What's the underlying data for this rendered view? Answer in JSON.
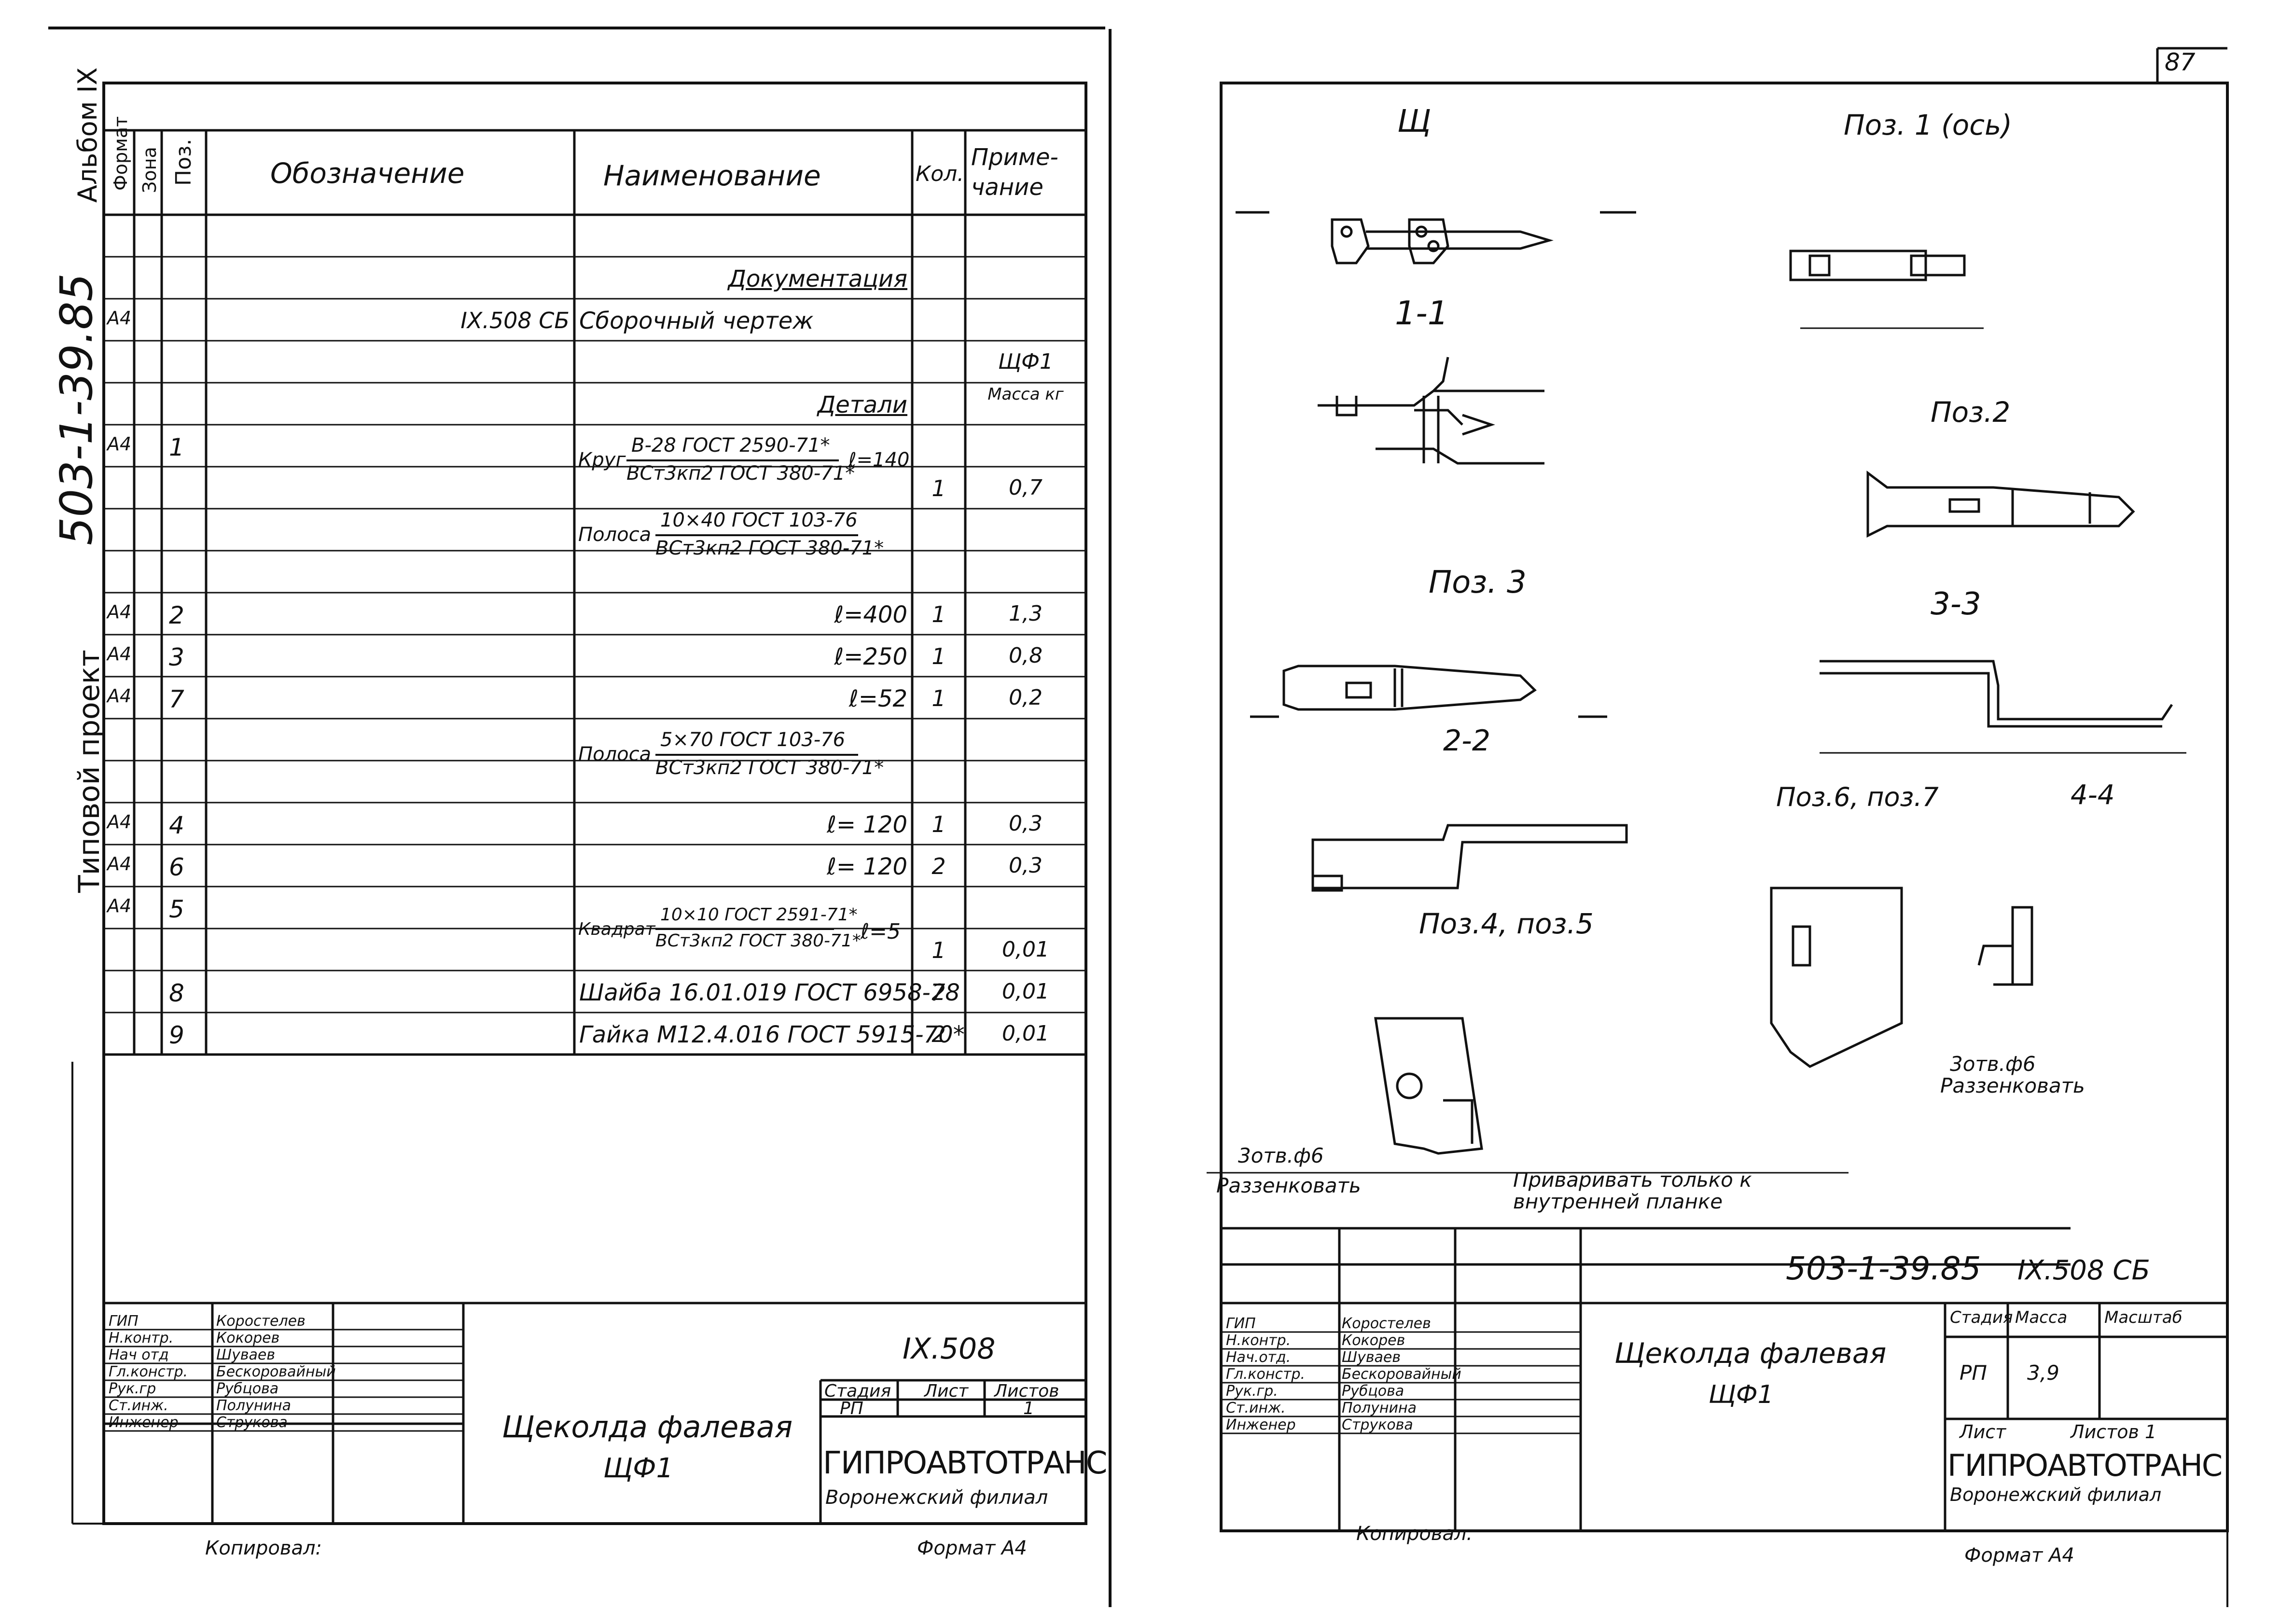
{
  "page_number": "87",
  "left_sheet": {
    "side_labels": {
      "album": "Альбом IX",
      "series": "503-1-39.85",
      "project": "Типовой проект"
    },
    "header": {
      "format": "Формат",
      "zone": "Зона",
      "pos": "Поз.",
      "designation": "Обозначение",
      "name": "Наименование",
      "qty": "Кол.",
      "note": "Приме-чание"
    },
    "rows": [
      {
        "format": "",
        "pos": "",
        "designation": "",
        "name": "",
        "qty": "",
        "note": ""
      },
      {
        "format": "",
        "pos": "",
        "designation": "",
        "name": "Документация",
        "qty": "",
        "note": ""
      },
      {
        "format": "А4",
        "pos": "",
        "designation": "IX.508 СБ",
        "name": "Сборочный чертеж",
        "qty": "",
        "note": ""
      },
      {
        "format": "",
        "pos": "",
        "designation": "",
        "name": "",
        "qty": "",
        "note": "ЩФ1"
      },
      {
        "format": "",
        "pos": "",
        "designation": "",
        "name": "Детали",
        "qty": "",
        "note": "Масса кг"
      },
      {
        "format": "А4",
        "pos": "1",
        "designation": "",
        "name": "",
        "qty": "",
        "note": ""
      },
      {
        "format": "",
        "pos": "",
        "designation": "",
        "name": "",
        "qty": "1",
        "note": "0,7"
      },
      {
        "format": "",
        "pos": "",
        "designation": "",
        "name": "",
        "qty": "",
        "note": ""
      },
      {
        "format": "",
        "pos": "",
        "designation": "",
        "name": "",
        "qty": "",
        "note": ""
      },
      {
        "format": "А4",
        "pos": "2",
        "designation": "",
        "name": "ℓ=400",
        "qty": "1",
        "note": "1,3"
      },
      {
        "format": "А4",
        "pos": "3",
        "designation": "",
        "name": "ℓ=250",
        "qty": "1",
        "note": "0,8"
      },
      {
        "format": "А4",
        "pos": "7",
        "designation": "",
        "name": "ℓ=52",
        "qty": "1",
        "note": "0,2"
      },
      {
        "format": "",
        "pos": "",
        "designation": "",
        "name": "",
        "qty": "",
        "note": ""
      },
      {
        "format": "",
        "pos": "",
        "designation": "",
        "name": "",
        "qty": "",
        "note": ""
      },
      {
        "format": "А4",
        "pos": "4",
        "designation": "",
        "name": "ℓ= 120",
        "qty": "1",
        "note": "0,3"
      },
      {
        "format": "А4",
        "pos": "6",
        "designation": "",
        "name": "ℓ= 120",
        "qty": "2",
        "note": "0,3"
      },
      {
        "format": "А4",
        "pos": "5",
        "designation": "",
        "name": "",
        "qty": "",
        "note": ""
      },
      {
        "format": "",
        "pos": "",
        "designation": "",
        "name": "",
        "qty": "1",
        "note": "0,01"
      },
      {
        "format": "",
        "pos": "8",
        "designation": "",
        "name": "Шайба 16.01.019 ГОСТ 6958-78",
        "qty": "2",
        "note": "0,01"
      },
      {
        "format": "",
        "pos": "9",
        "designation": "",
        "name": "Гайка М12.4.016 ГОСТ 5915-70*",
        "qty": "2",
        "note": "0,01"
      }
    ],
    "materials": {
      "krug_prefix": "Круг",
      "krug_num": "В-28 ГОСТ 2590-71*",
      "krug_den": "ВСт3кп2 ГОСТ 380-71*",
      "krug_len": "ℓ=140",
      "polosa1_prefix": "Полоса",
      "polosa1_num": "10×40 ГОСТ 103-76",
      "polosa1_den": "ВСт3кп2 ГОСТ 380-71*",
      "polosa2_prefix": "Полоса",
      "polosa2_num": "5×70 ГОСТ 103-76",
      "polosa2_den": "ВСт3кп2 ГОСТ 380-71*",
      "kvadrat_prefix": "Квадрат",
      "kvadrat_num": "10×10 ГОСТ 2591-71*",
      "kvadrat_den": "ВСт3кп2 ГОСТ 380-71*",
      "kvadrat_len": "ℓ=5"
    },
    "title_block": {
      "roles": [
        "ГИП",
        "Н.контр.",
        "Нач отд",
        "Гл.констр.",
        "Рук.гр",
        "Ст.инж.",
        "Инженер"
      ],
      "names": [
        "Коростелев",
        "Кокорев",
        "Шуваев",
        "Бескоровайный",
        "Рубцова",
        "Полунина",
        "Струкова"
      ],
      "doc_code": "IX.508",
      "title_line1": "Щеколда фалевая",
      "title_line2": "ЩФ1",
      "stage_label": "Стадия",
      "sheet_label": "Лист",
      "sheets_label": "Листов",
      "stage": "РП",
      "sheets": "1",
      "org": "ГИПРОАВТОТРАНС",
      "branch": "Воронежский филиал"
    },
    "copied": "Копировал:",
    "format": "Формат А4"
  },
  "right_sheet": {
    "views": {
      "main_view": "Щ",
      "section_11": "1-1",
      "pos1": "Поз. 1 (ось)",
      "pos2": "Поз.2",
      "pos3": "Поз. 3",
      "section_33": "3-3",
      "section_22": "2-2",
      "pos67": "Поз.6, поз.7",
      "section_44": "4-4",
      "pos45": "Поз.4, поз.5"
    },
    "notes": {
      "holes_left": "3отв.ф6",
      "countersink_left": "Раззенковать",
      "weld_note_1": "Приваривать только к",
      "weld_note_2": "внутренней планке",
      "holes_right": "3отв.ф6",
      "countersink_right": "Раззенковать"
    },
    "title_block": {
      "series": "503-1-39.85",
      "doc_code": "IX.508 СБ",
      "roles": [
        "ГИП",
        "Н.контр.",
        "Нач.отд.",
        "Гл.констр.",
        "Рук.гр.",
        "Ст.инж.",
        "Инженер"
      ],
      "names": [
        "Коростелев",
        "Кокорев",
        "Шуваев",
        "Бескоровайный",
        "Рубцова",
        "Полунина",
        "Струкова"
      ],
      "title_line1": "Щеколда фалевая",
      "title_line2": "ЩФ1",
      "stage_label": "Стадия",
      "mass_label": "Масса",
      "scale_label": "Масштаб",
      "stage": "РП",
      "mass": "3,9",
      "sheet_label": "Лист",
      "sheets_label": "Листов 1",
      "org": "ГИПРОАВТОТРАНС",
      "branch": "Воронежский филиал"
    },
    "copied": "Копировал:",
    "format": "Формат А4"
  }
}
